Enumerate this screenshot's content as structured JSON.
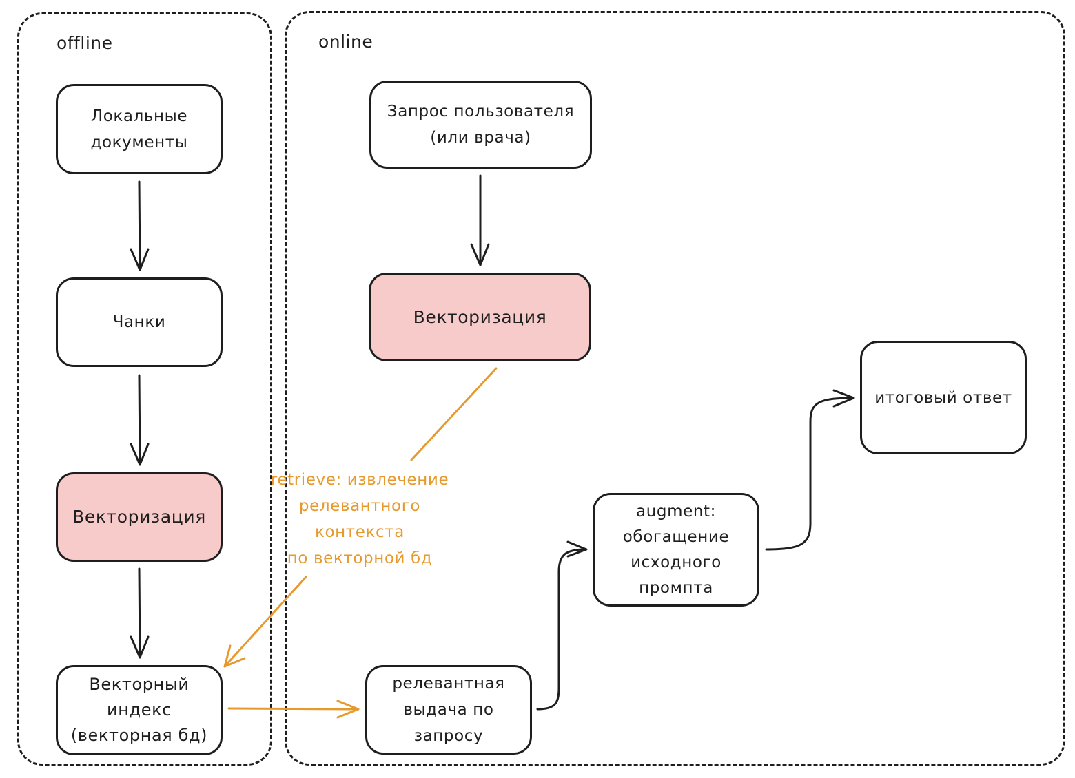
{
  "groups": {
    "offline": "offline",
    "online": "online"
  },
  "nodes": {
    "local_docs": "Локальные\nдокументы",
    "chunks": "Чанки",
    "vectorize_offline": "Векторизация",
    "vector_index": "Векторный\nиндекс\n(векторная бд)",
    "user_query": "Запрос пользователя\n(или врача)",
    "vectorize_online": "Векторизация",
    "relevant_output": "релевантная\nвыдача по\nзапросу",
    "augment": "augment:\nобогащение\nисходного\nпромпта",
    "final_answer": "итоговый ответ"
  },
  "edges": {
    "retrieve_label": "retrieve: извлечение\nрелевантного\nконтекста\nпо векторной бд"
  },
  "colors": {
    "stroke": "#1e1e1e",
    "accent_fill": "#f8cbcb",
    "retrieve": "#e69a2e"
  }
}
